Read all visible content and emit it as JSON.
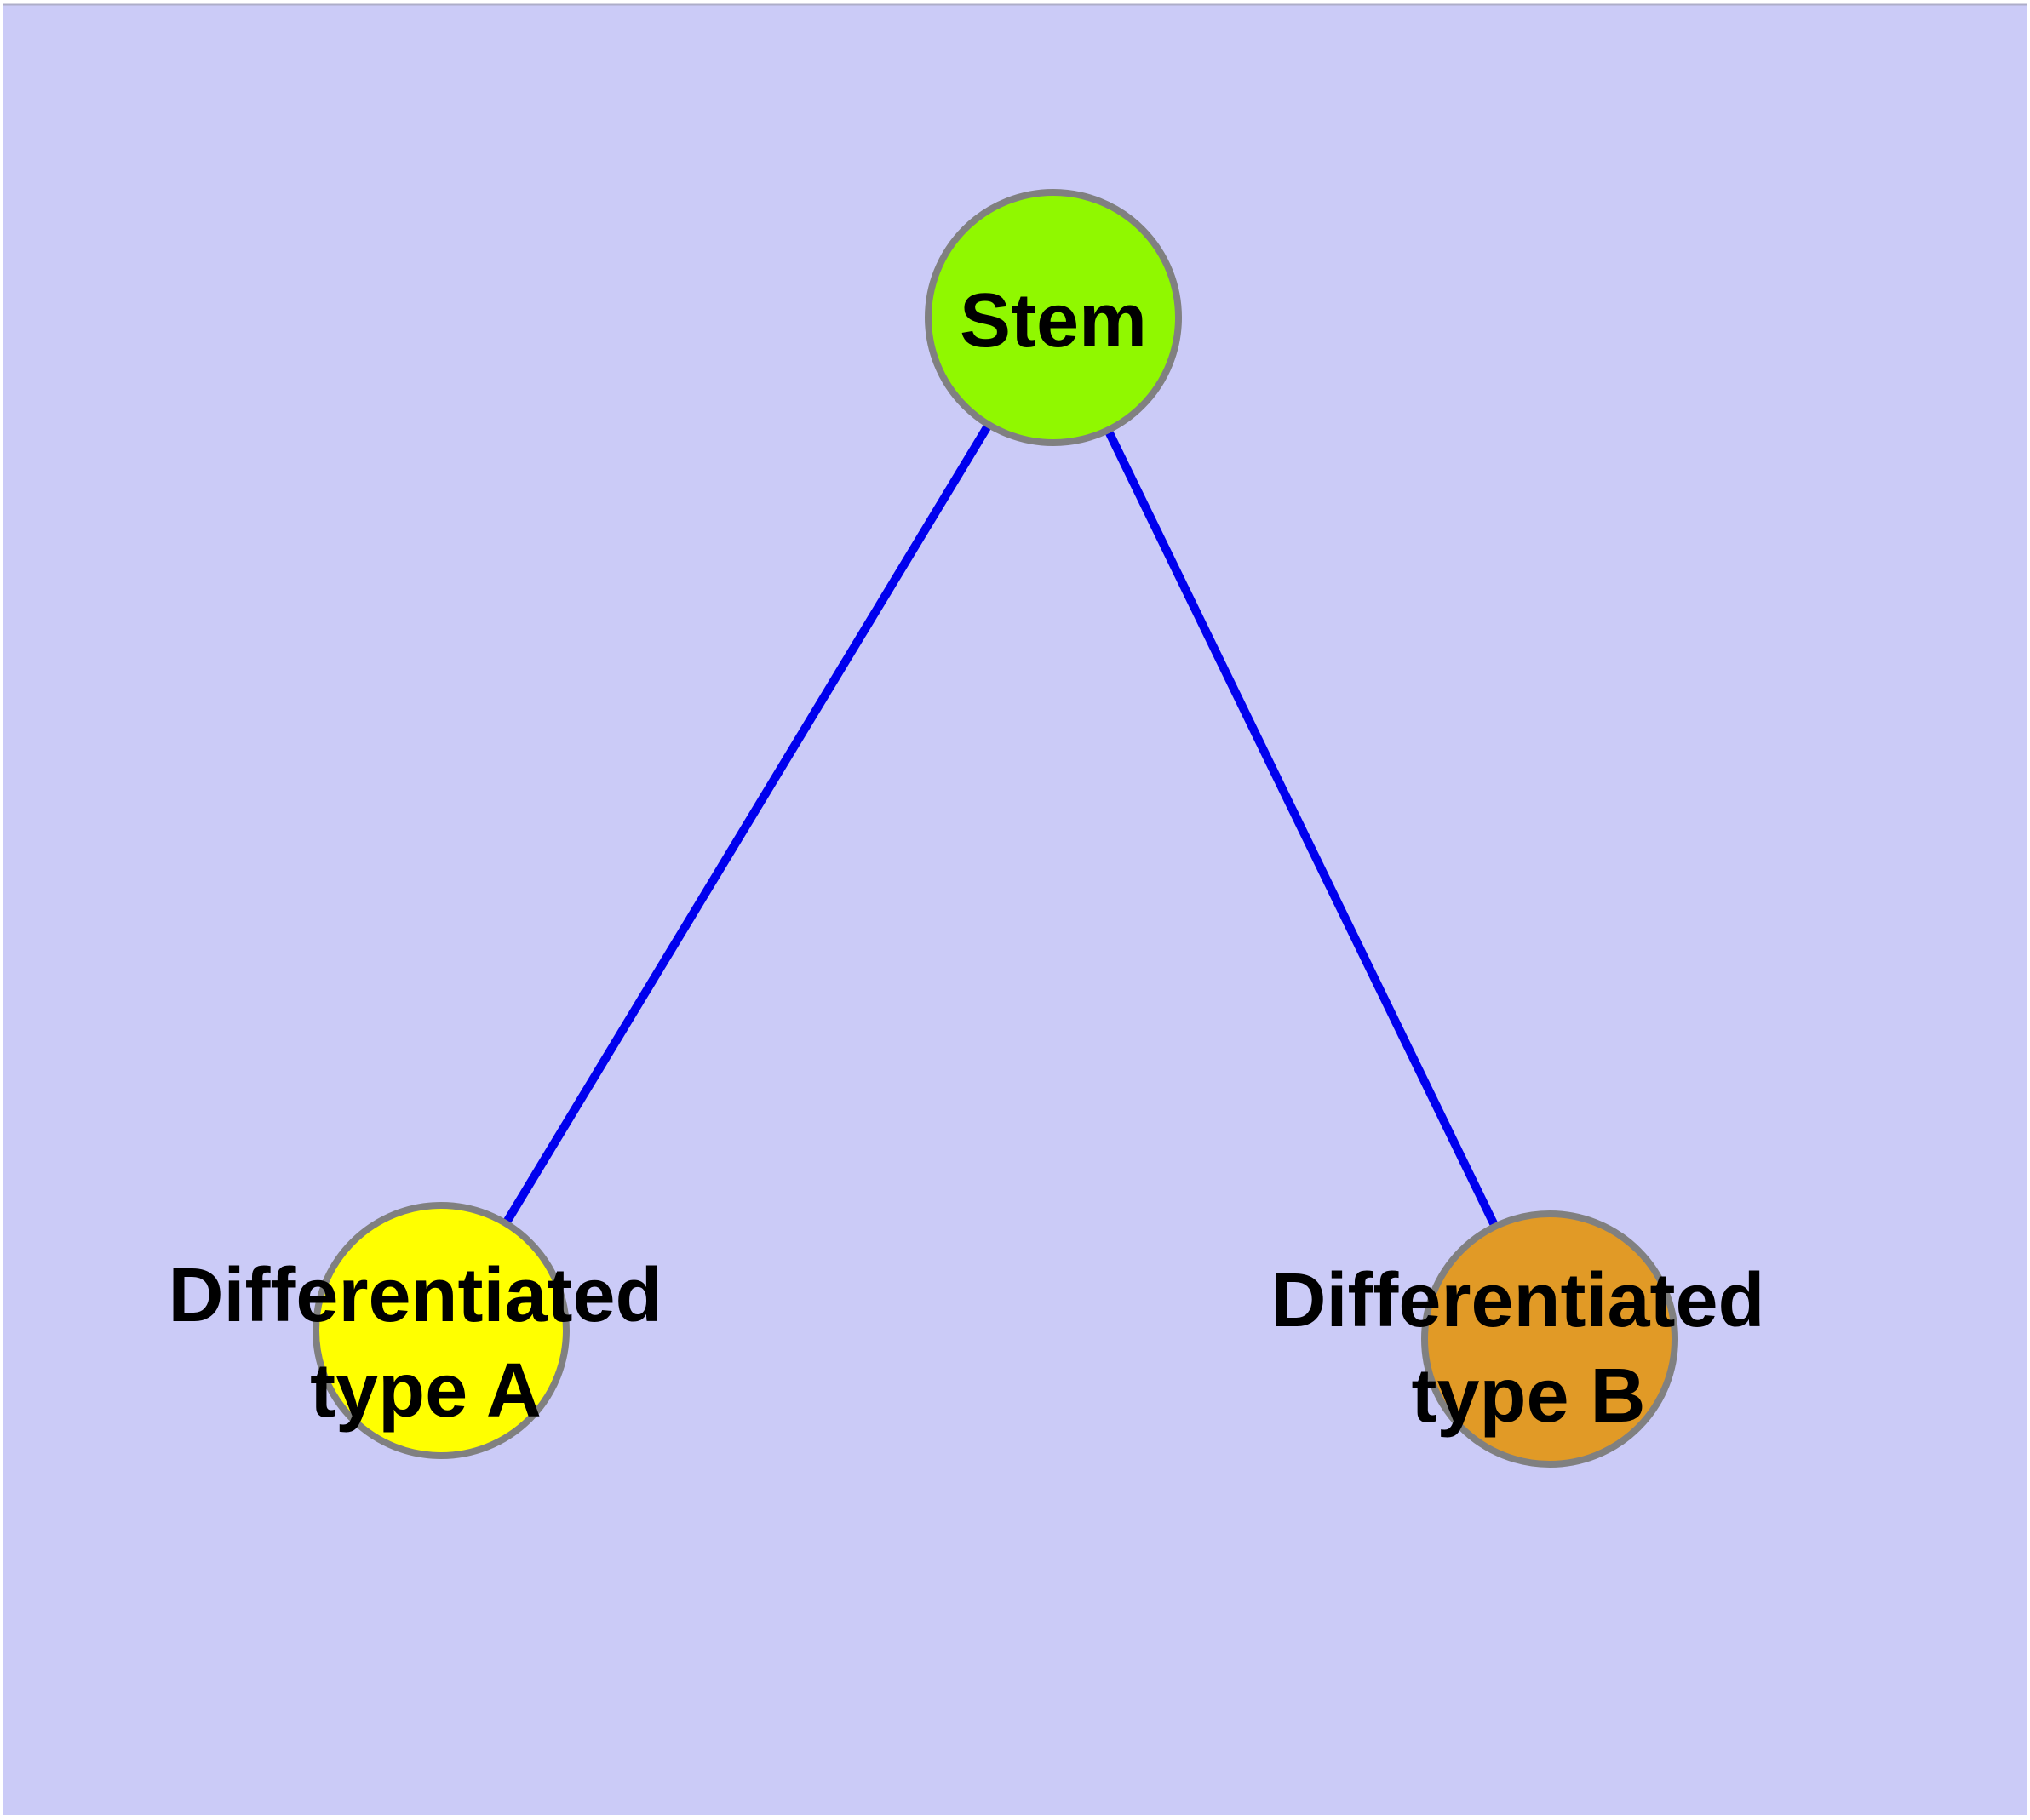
{
  "diagram": {
    "type": "graph",
    "description_labels": {
      "stem": "Stem",
      "type_a_line1": "Differentiated",
      "type_a_line2": "type A",
      "type_b_line1": "Differentiated",
      "type_b_line2": "type B"
    }
  },
  "colors": {
    "background": "#CBCBF7",
    "frame": "#FFFFFF",
    "panel_top_border": "#AEAEC8",
    "edge": "#0000EE",
    "node_border": "#808080",
    "label_text": "#000000",
    "stem_fill": "#90F800",
    "type_a_fill": "#FFFF00",
    "type_b_fill": "#E19A26"
  },
  "nodes": [
    {
      "id": "stem",
      "label": "Stem",
      "line1": "Stem",
      "line2": "",
      "fill": "#90F800"
    },
    {
      "id": "differentiated-type-a",
      "label": "Differentiated type A",
      "line1": "Differentiated",
      "line2": "type A",
      "fill": "#FFFF00"
    },
    {
      "id": "differentiated-type-b",
      "label": "Differentiated type B",
      "line1": "Differentiated",
      "line2": "type B",
      "fill": "#E19A26"
    }
  ],
  "edges": [
    {
      "from": "Stem",
      "to": "Differentiated type A"
    },
    {
      "from": "Stem",
      "to": "Differentiated type B"
    }
  ]
}
